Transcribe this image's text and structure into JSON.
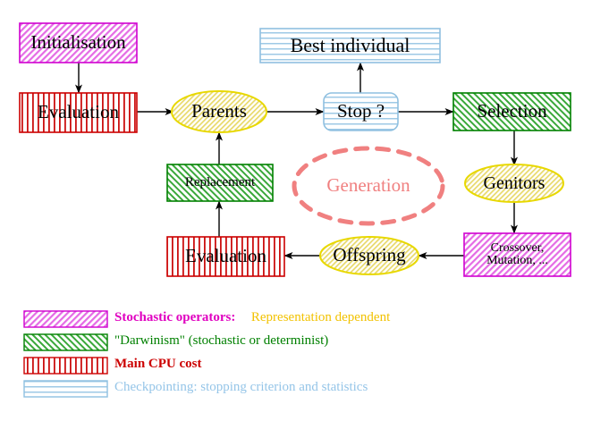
{
  "diagram": {
    "title": "Evolutionary Algorithm Cycle",
    "nodes": {
      "initialisation": {
        "label": "Initialisation",
        "shape": "rect",
        "fill": "magenta-diagonal"
      },
      "evaluation_top": {
        "label": "Evaluation",
        "shape": "rect",
        "fill": "red-vertical"
      },
      "parents": {
        "label": "Parents",
        "shape": "ellipse",
        "fill": "yellow-diagonal"
      },
      "best_individual": {
        "label": "Best individual",
        "shape": "rect",
        "fill": "blue-horizontal"
      },
      "stop": {
        "label": "Stop ?",
        "shape": "rounded-rect",
        "fill": "blue-horizontal"
      },
      "selection": {
        "label": "Selection",
        "shape": "rect",
        "fill": "green-diagonal"
      },
      "genitors": {
        "label": "Genitors",
        "shape": "ellipse",
        "fill": "yellow-diagonal"
      },
      "crossover_mutation": {
        "label_line1": "Crossover,",
        "label_line2": "Mutation, ...",
        "shape": "rect",
        "fill": "magenta-diagonal"
      },
      "offspring": {
        "label": "Offspring",
        "shape": "ellipse",
        "fill": "yellow-diagonal"
      },
      "evaluation_bottom": {
        "label": "Evaluation",
        "shape": "rect",
        "fill": "red-vertical"
      },
      "replacement": {
        "label": "Replacement",
        "shape": "rect",
        "fill": "green-diagonal"
      },
      "generation": {
        "label": "Generation",
        "shape": "dashed-ellipse",
        "fill": "none"
      }
    },
    "edges": [
      {
        "from": "initialisation",
        "to": "evaluation_top"
      },
      {
        "from": "evaluation_top",
        "to": "parents"
      },
      {
        "from": "parents",
        "to": "stop"
      },
      {
        "from": "stop",
        "to": "best_individual"
      },
      {
        "from": "stop",
        "to": "selection"
      },
      {
        "from": "selection",
        "to": "genitors"
      },
      {
        "from": "genitors",
        "to": "crossover_mutation"
      },
      {
        "from": "crossover_mutation",
        "to": "offspring"
      },
      {
        "from": "offspring",
        "to": "evaluation_bottom"
      },
      {
        "from": "evaluation_bottom",
        "to": "replacement"
      },
      {
        "from": "replacement",
        "to": "parents"
      }
    ]
  },
  "legend": {
    "rows": [
      {
        "swatch": "magenta-diagonal",
        "text_main": "Stochastic operators:",
        "text_extra": "Representation dependent",
        "color_main": "#e000c0",
        "color_extra": "#f2c200"
      },
      {
        "swatch": "green-diagonal",
        "text_main": "\"Darwinism\" (stochastic or determinist)",
        "text_extra": "",
        "color_main": "#008000",
        "color_extra": ""
      },
      {
        "swatch": "red-vertical",
        "text_main": "Main CPU cost",
        "text_extra": "",
        "color_main": "#cc0000",
        "color_extra": ""
      },
      {
        "swatch": "blue-horizontal",
        "text_main": "Checkpointing: stopping criterion and statistics",
        "text_extra": "",
        "color_main": "#95c5e8",
        "color_extra": ""
      }
    ]
  },
  "colors": {
    "magenta_border": "#d000d0",
    "magenta_hatch": "#e060e0",
    "green_border": "#008000",
    "green_hatch": "#2faa2f",
    "red_border": "#cc0000",
    "red_hatch": "#dd2222",
    "blue_border": "#8fc0e0",
    "blue_hatch": "#a8cfe8",
    "yellow_border": "#e8d800",
    "yellow_hatch": "#efe36a",
    "salmon": "#f08080",
    "arrow": "#000000",
    "background": "#ffffff"
  }
}
